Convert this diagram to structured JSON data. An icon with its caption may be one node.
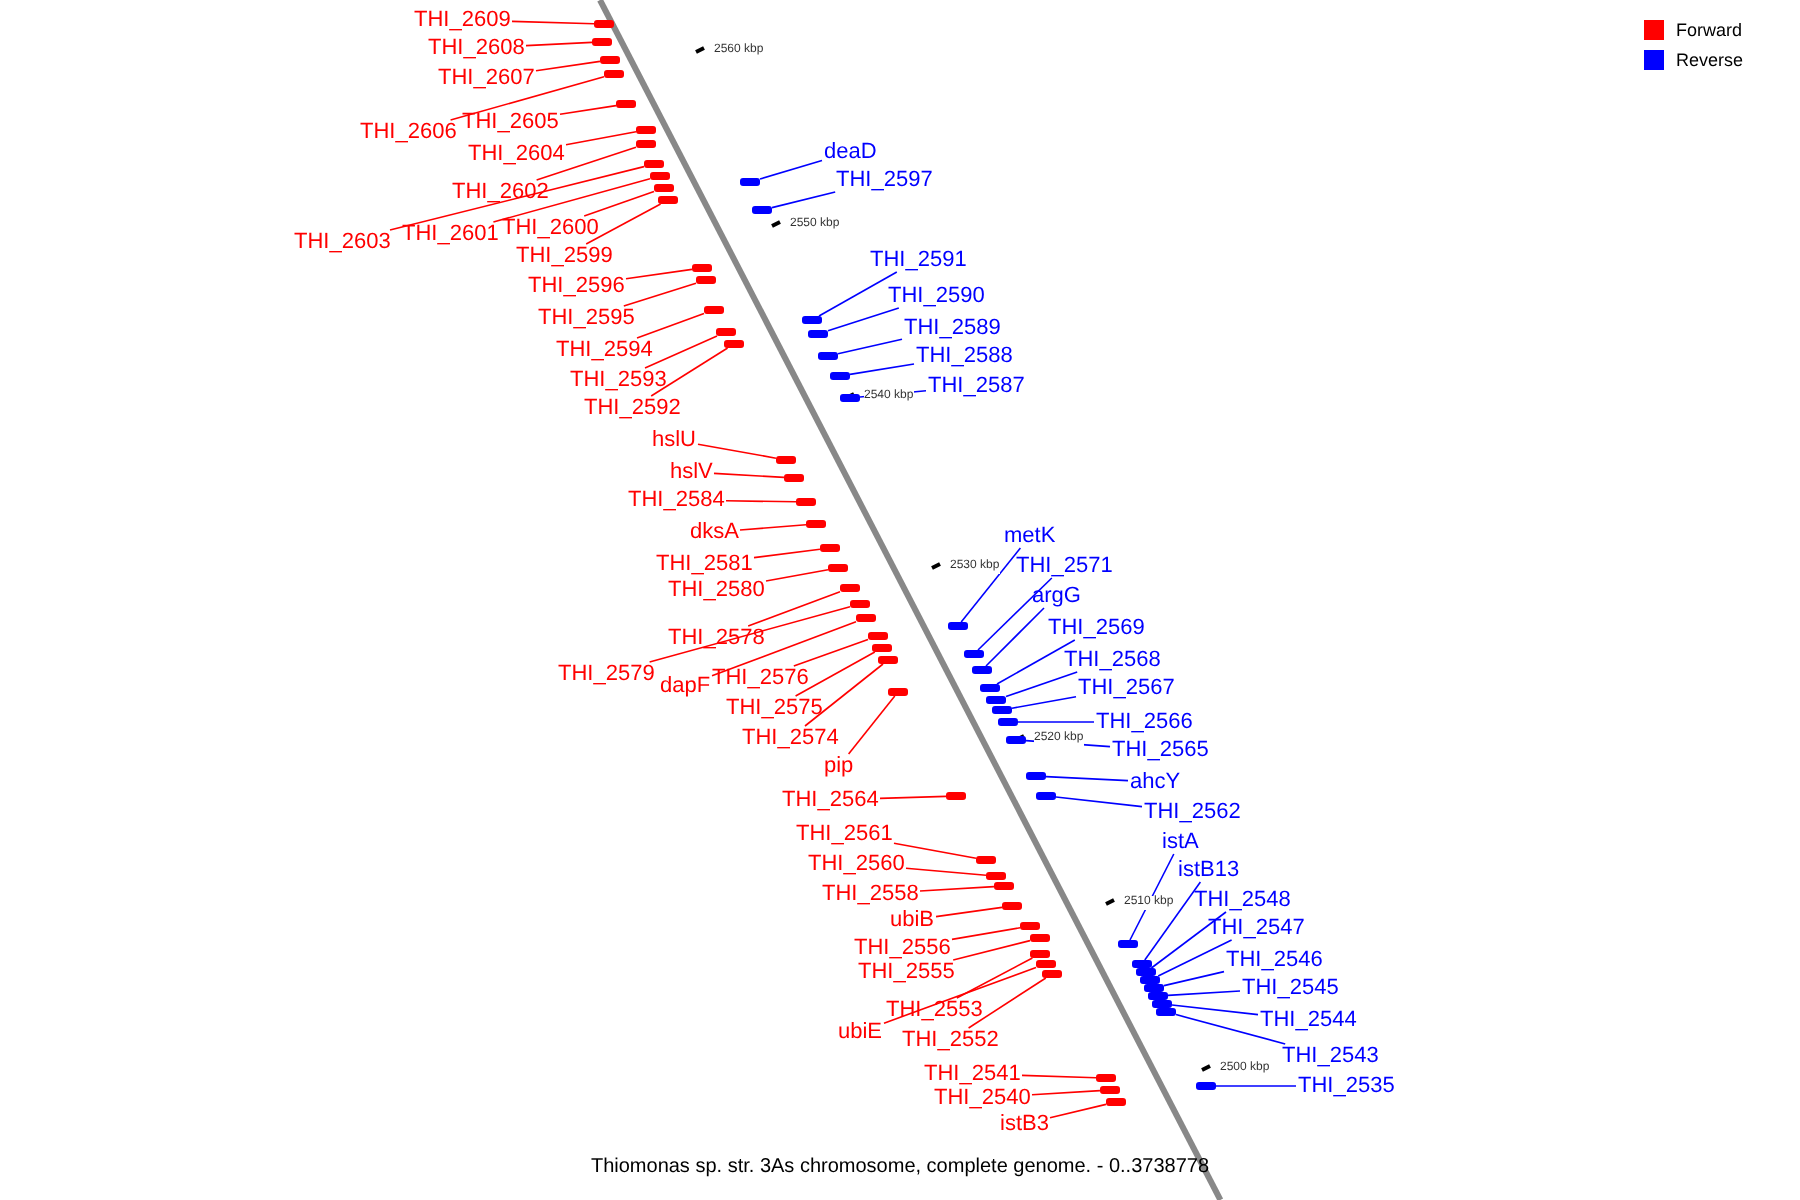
{
  "diagram": {
    "caption": "Thiomonas sp. str. 3As chromosome, complete genome. - 0..3738778",
    "nodes": [
      {
        "text": [
          "THI_2609"
        ]
      },
      {
        "text": [
          "THI_2608"
        ]
      },
      {
        "text": [
          "THI_2607"
        ]
      },
      {
        "text": [
          "THI_2606"
        ]
      },
      {
        "text": [
          "THI_2605"
        ]
      },
      {
        "text": [
          "deaD"
        ]
      },
      {
        "text": [
          "THI_2604"
        ]
      },
      {
        "text": [
          "THI_2597"
        ]
      },
      {
        "text": [
          "THI_2602"
        ]
      },
      {
        "text": [
          "THI_2603"
        ]
      },
      {
        "text": [
          "THI_2601"
        ]
      },
      {
        "text": [
          "THI_2600"
        ]
      },
      {
        "text": [
          "THI_2599"
        ]
      },
      {
        "text": [
          "THI_2591"
        ]
      },
      {
        "text": [
          "THI_2596"
        ]
      },
      {
        "text": [
          "THI_2590"
        ]
      },
      {
        "text": [
          "THI_2595"
        ]
      },
      {
        "text": [
          "THI_2589"
        ]
      },
      {
        "text": [
          "THI_2594"
        ]
      },
      {
        "text": [
          "THI_2588"
        ]
      },
      {
        "text": [
          "THI_2593"
        ]
      },
      {
        "text": [
          "THI_2587"
        ]
      },
      {
        "text": [
          "THI_2592"
        ]
      },
      {
        "text": [
          "hslU"
        ]
      },
      {
        "text": [
          "hslV"
        ]
      },
      {
        "text": [
          "THI_2584"
        ]
      },
      {
        "text": [
          "dksA"
        ]
      },
      {
        "text": [
          "metK"
        ]
      },
      {
        "text": [
          "THI_2581"
        ]
      },
      {
        "text": [
          "THI_2571"
        ]
      },
      {
        "text": [
          "THI_2580"
        ]
      },
      {
        "text": [
          "argG"
        ]
      },
      {
        "text": [
          "THI_2569"
        ]
      },
      {
        "text": [
          "THI_2578"
        ]
      },
      {
        "text": [
          "THI_2568"
        ]
      },
      {
        "text": [
          "THI_2579"
        ]
      },
      {
        "text": [
          "dapF"
        ]
      },
      {
        "text": [
          "THI_2576"
        ]
      },
      {
        "text": [
          "THI_2567"
        ]
      },
      {
        "text": [
          "THI_2575"
        ]
      },
      {
        "text": [
          "THI_2566"
        ]
      },
      {
        "text": [
          "THI_2574"
        ]
      },
      {
        "text": [
          "THI_2565"
        ]
      },
      {
        "text": [
          "pip"
        ]
      },
      {
        "text": [
          "ahcY"
        ]
      },
      {
        "text": [
          "THI_2564"
        ]
      },
      {
        "text": [
          "THI_2562"
        ]
      },
      {
        "text": [
          "THI_2561"
        ]
      },
      {
        "text": [
          "istA"
        ]
      },
      {
        "text": [
          "THI_2560"
        ]
      },
      {
        "text": [
          "istB13"
        ]
      },
      {
        "text": [
          "THI_2558"
        ]
      },
      {
        "text": [
          "THI_2548"
        ]
      },
      {
        "text": [
          "ubiB"
        ]
      },
      {
        "text": [
          "THI_2547"
        ]
      },
      {
        "text": [
          "THI_2556"
        ]
      },
      {
        "text": [
          "THI_2546"
        ]
      },
      {
        "text": [
          "THI_2555"
        ]
      },
      {
        "text": [
          "THI_2545"
        ]
      },
      {
        "text": [
          "THI_2553"
        ]
      },
      {
        "text": [
          "THI_2544"
        ]
      },
      {
        "text": [
          "ubiE"
        ]
      },
      {
        "text": [
          "THI_2552"
        ]
      },
      {
        "text": [
          "THI_2543"
        ]
      },
      {
        "text": [
          "THI_2541"
        ]
      },
      {
        "text": [
          "THI_2535"
        ]
      },
      {
        "text": [
          "THI_2540"
        ]
      },
      {
        "text": [
          "istB3"
        ]
      },
      {
        "text": [],
        "shape": "box"
      },
      {
        "text": [],
        "shape": "box"
      },
      {
        "text": [],
        "shape": "box"
      },
      {
        "text": [],
        "shape": "box"
      },
      {
        "text": [],
        "shape": "box"
      },
      {
        "text": [],
        "shape": "box"
      },
      {
        "text": [],
        "shape": "box"
      },
      {
        "text": [],
        "shape": "box"
      },
      {
        "text": [],
        "shape": "box"
      },
      {
        "text": [],
        "shape": "box"
      },
      {
        "text": [],
        "shape": "box"
      },
      {
        "text": [],
        "shape": "box"
      },
      {
        "text": [],
        "shape": "box"
      },
      {
        "text": [],
        "shape": "box"
      },
      {
        "text": [],
        "shape": "box"
      },
      {
        "text": [],
        "shape": "box"
      },
      {
        "text": [],
        "shape": "box"
      },
      {
        "text": [],
        "shape": "box"
      },
      {
        "text": [],
        "shape": "box"
      },
      {
        "text": [],
        "shape": "box"
      },
      {
        "text": [],
        "shape": "box"
      },
      {
        "text": [],
        "shape": "box"
      },
      {
        "text": [],
        "shape": "box"
      },
      {
        "text": [],
        "shape": "box"
      },
      {
        "text": [],
        "shape": "box"
      },
      {
        "text": [],
        "shape": "box"
      },
      {
        "text": [],
        "shape": "box"
      },
      {
        "text": [],
        "shape": "box"
      },
      {
        "text": [],
        "shape": "box"
      },
      {
        "text": [],
        "shape": "box"
      },
      {
        "text": [],
        "shape": "box"
      },
      {
        "text": [],
        "shape": "box"
      },
      {
        "text": [],
        "shape": "box"
      },
      {
        "text": [],
        "shape": "box"
      },
      {
        "text": [],
        "shape": "box"
      },
      {
        "text": [],
        "shape": "box"
      },
      {
        "text": [],
        "shape": "box"
      },
      {
        "text": [],
        "shape": "box"
      },
      {
        "text": [],
        "shape": "box"
      },
      {
        "text": [],
        "shape": "box"
      },
      {
        "text": [],
        "shape": "box"
      },
      {
        "text": [],
        "shape": "box"
      },
      {
        "text": [],
        "shape": "box"
      },
      {
        "text": [],
        "shape": "box"
      },
      {
        "text": [],
        "shape": "box"
      },
      {
        "text": [],
        "shape": "box"
      },
      {
        "text": [],
        "shape": "box"
      },
      {
        "text": [],
        "shape": "box"
      },
      {
        "text": [],
        "shape": "box"
      },
      {
        "text": [],
        "shape": "box"
      },
      {
        "text": [],
        "shape": "box"
      },
      {
        "text": [],
        "shape": "box"
      },
      {
        "text": [],
        "shape": "box"
      },
      {
        "text": [],
        "shape": "box"
      },
      {
        "text": [],
        "shape": "box"
      },
      {
        "text": [],
        "shape": "box"
      },
      {
        "text": [],
        "shape": "box"
      },
      {
        "text": [],
        "shape": "box"
      },
      {
        "text": [],
        "shape": "box"
      },
      {
        "text": [],
        "shape": "box"
      },
      {
        "text": [],
        "shape": "box"
      },
      {
        "text": [],
        "shape": "box"
      },
      {
        "text": [],
        "shape": "box"
      },
      {
        "text": [],
        "shape": "box"
      },
      {
        "text": [],
        "shape": "box"
      },
      {
        "text": [],
        "shape": "box"
      },
      {
        "text": [],
        "shape": "box"
      },
      {
        "text": [],
        "shape": "box"
      }
    ],
    "edges": [
      {
        "from": 0,
        "to": 68,
        "arrow": "none"
      },
      {
        "from": 1,
        "to": 69,
        "arrow": "none"
      },
      {
        "from": 2,
        "to": 70,
        "arrow": "none"
      },
      {
        "from": 3,
        "to": 71,
        "arrow": "none"
      },
      {
        "from": 4,
        "to": 72,
        "arrow": "none"
      },
      {
        "from": 5,
        "to": 73,
        "arrow": "none",
        "color": "#0000ff"
      },
      {
        "from": 6,
        "to": 74,
        "arrow": "none"
      },
      {
        "from": 7,
        "to": 75,
        "arrow": "none",
        "color": "#0000ff"
      },
      {
        "from": 8,
        "to": 76,
        "arrow": "none"
      },
      {
        "from": 9,
        "to": 77,
        "arrow": "none"
      },
      {
        "from": 10,
        "to": 78,
        "arrow": "none"
      },
      {
        "from": 11,
        "to": 79,
        "arrow": "none"
      },
      {
        "from": 12,
        "to": 80,
        "arrow": "none"
      },
      {
        "from": 13,
        "to": 81,
        "arrow": "none",
        "color": "#0000ff"
      },
      {
        "from": 14,
        "to": 82,
        "arrow": "none"
      },
      {
        "from": 15,
        "to": 83,
        "arrow": "none",
        "color": "#0000ff"
      },
      {
        "from": 16,
        "to": 84,
        "arrow": "none"
      },
      {
        "from": 17,
        "to": 85,
        "arrow": "none",
        "color": "#0000ff"
      },
      {
        "from": 18,
        "to": 86,
        "arrow": "none"
      },
      {
        "from": 19,
        "to": 87,
        "arrow": "none",
        "color": "#0000ff"
      },
      {
        "from": 20,
        "to": 88,
        "arrow": "none"
      },
      {
        "from": 21,
        "to": 89,
        "arrow": "none",
        "color": "#0000ff"
      },
      {
        "from": 22,
        "to": 90,
        "arrow": "none"
      },
      {
        "from": 23,
        "to": 91,
        "arrow": "none"
      },
      {
        "from": 24,
        "to": 92,
        "arrow": "none"
      },
      {
        "from": 25,
        "to": 93,
        "arrow": "none"
      },
      {
        "from": 26,
        "to": 94,
        "arrow": "none"
      },
      {
        "from": 27,
        "to": 95,
        "arrow": "none",
        "color": "#0000ff"
      },
      {
        "from": 28,
        "to": 96,
        "arrow": "none"
      },
      {
        "from": 29,
        "to": 97,
        "arrow": "none",
        "color": "#0000ff"
      },
      {
        "from": 30,
        "to": 98,
        "arrow": "none"
      },
      {
        "from": 31,
        "to": 99,
        "arrow": "none",
        "color": "#0000ff"
      },
      {
        "from": 32,
        "to": 100,
        "arrow": "none",
        "color": "#0000ff"
      },
      {
        "from": 33,
        "to": 101,
        "arrow": "none"
      },
      {
        "from": 34,
        "to": 102,
        "arrow": "none",
        "color": "#0000ff"
      },
      {
        "from": 35,
        "to": 103,
        "arrow": "none"
      },
      {
        "from": 36,
        "to": 104,
        "arrow": "none"
      },
      {
        "from": 37,
        "to": 105,
        "arrow": "none"
      },
      {
        "from": 38,
        "to": 106,
        "arrow": "none",
        "color": "#0000ff"
      },
      {
        "from": 39,
        "to": 107,
        "arrow": "none"
      },
      {
        "from": 40,
        "to": 108,
        "arrow": "none",
        "color": "#0000ff"
      },
      {
        "from": 41,
        "to": 109,
        "arrow": "none"
      },
      {
        "from": 42,
        "to": 110,
        "arrow": "none",
        "color": "#0000ff"
      },
      {
        "from": 43,
        "to": 111,
        "arrow": "none"
      },
      {
        "from": 44,
        "to": 112,
        "arrow": "none",
        "color": "#0000ff"
      },
      {
        "from": 45,
        "to": 113,
        "arrow": "none"
      },
      {
        "from": 46,
        "to": 114,
        "arrow": "none",
        "color": "#0000ff"
      },
      {
        "from": 47,
        "to": 115,
        "arrow": "none"
      },
      {
        "from": 48,
        "to": 116,
        "arrow": "none",
        "color": "#0000ff"
      },
      {
        "from": 49,
        "to": 117,
        "arrow": "none"
      },
      {
        "from": 50,
        "to": 118,
        "arrow": "none",
        "color": "#0000ff"
      },
      {
        "from": 51,
        "to": 119,
        "arrow": "none"
      },
      {
        "from": 52,
        "to": 120,
        "arrow": "none",
        "color": "#0000ff"
      },
      {
        "from": 53,
        "to": 121,
        "arrow": "none"
      },
      {
        "from": 54,
        "to": 122,
        "arrow": "none",
        "color": "#0000ff"
      },
      {
        "from": 55,
        "to": 123,
        "arrow": "none"
      },
      {
        "from": 56,
        "to": 124,
        "arrow": "none",
        "color": "#0000ff"
      },
      {
        "from": 57,
        "to": 125,
        "arrow": "none"
      },
      {
        "from": 58,
        "to": 126,
        "arrow": "none",
        "color": "#0000ff"
      },
      {
        "from": 59,
        "to": 127,
        "arrow": "none"
      },
      {
        "from": 60,
        "to": 128,
        "arrow": "none",
        "color": "#0000ff"
      },
      {
        "from": 61,
        "to": 129,
        "arrow": "none"
      },
      {
        "from": 62,
        "to": 130,
        "arrow": "none"
      },
      {
        "from": 63,
        "to": 131,
        "arrow": "none",
        "color": "#0000ff"
      },
      {
        "from": 64,
        "to": 132,
        "arrow": "none"
      },
      {
        "from": 65,
        "to": 133,
        "arrow": "none",
        "color": "#0000ff"
      },
      {
        "from": 66,
        "to": 134,
        "arrow": "none"
      },
      {
        "from": 67,
        "to": 135,
        "arrow": "none"
      }
    ],
    "labels": [
      "2560 kbp",
      "2550 kbp",
      "2540 kbp",
      "2530 kbp",
      "2520 kbp",
      "2510 kbp",
      "2500 kbp"
    ],
    "legend": [
      {
        "text": "Forward",
        "color": "#ff0000"
      },
      {
        "text": "Reverse",
        "color": "#0000ff"
      }
    ]
  }
}
